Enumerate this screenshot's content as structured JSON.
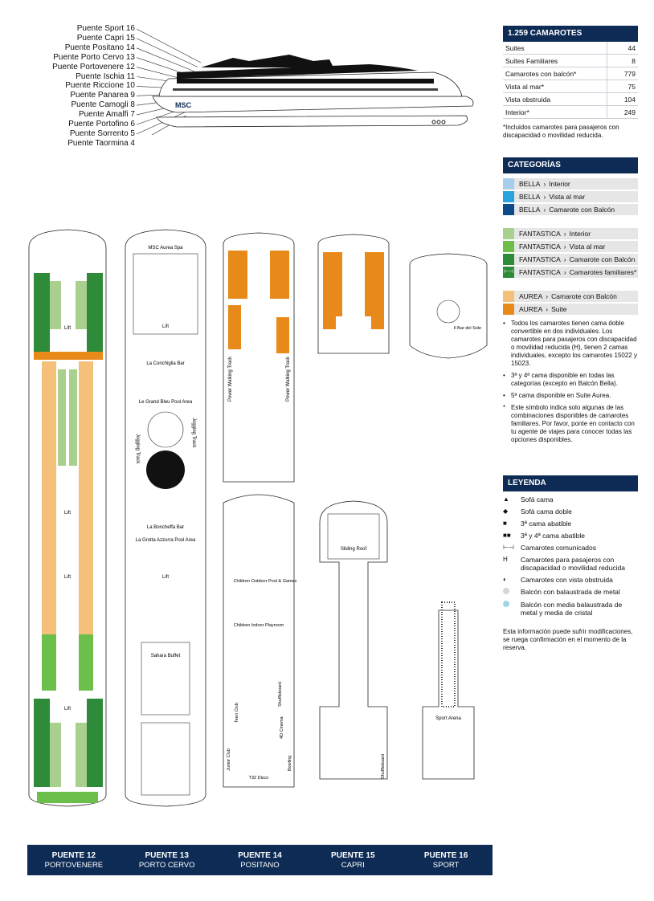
{
  "decks": [
    {
      "label": "Puente Sport 16"
    },
    {
      "label": "Puente Capri 15"
    },
    {
      "label": "Puente Positano 14"
    },
    {
      "label": "Puente Porto Cervo 13"
    },
    {
      "label": "Puente Portovenere 12"
    },
    {
      "label": "Puente Ischia 11"
    },
    {
      "label": "Puente Riccione 10"
    },
    {
      "label": "Puente Panarea 9"
    },
    {
      "label": "Puente Camogli 8"
    },
    {
      "label": "Puente Amalfi 7"
    },
    {
      "label": "Puente Portofino 6"
    },
    {
      "label": "Puente Sorrento 5"
    },
    {
      "label": "Puente Taormina 4"
    }
  ],
  "ship": {
    "brand": "MSC"
  },
  "cabins": {
    "title": "1.259 CAMAROTES",
    "rows": [
      {
        "label": "Suites",
        "value": "44"
      },
      {
        "label": "Suites Familiares",
        "value": "8"
      },
      {
        "label": "Camarotes con balcón*",
        "value": "779"
      },
      {
        "label": "Vista al mar*",
        "value": "75"
      },
      {
        "label": "Vista obstruida",
        "value": "104"
      },
      {
        "label": "Interior*",
        "value": "249"
      }
    ],
    "note": "*Incluidos camarotes para pasajeros con discapacidad o movilidad reducida."
  },
  "categories": {
    "title": "CATEGORÍAS",
    "groups": [
      [
        {
          "name": "BELLA",
          "sep": "›",
          "type": "Interior",
          "color": "#a8cdea"
        },
        {
          "name": "BELLA",
          "sep": "›",
          "type": "Vista al mar",
          "color": "#29a3dd"
        },
        {
          "name": "BELLA",
          "sep": "›",
          "type": "Camarote con Balcón",
          "color": "#0d4a8a"
        }
      ],
      [
        {
          "name": "FANTASTICA",
          "sep": "›",
          "type": "Interior",
          "color": "#a9d08e"
        },
        {
          "name": "FANTASTICA",
          "sep": "›",
          "type": "Vista al mar",
          "color": "#6cbf4a"
        },
        {
          "name": "FANTASTICA",
          "sep": "›",
          "type": "Camarote con Balcón",
          "color": "#2e8b3a"
        },
        {
          "name": "FANTASTICA",
          "sep": "›",
          "type": "Camarotes familiares*",
          "color": "#2e8b3a",
          "symbol": "⊢⊣"
        }
      ],
      [
        {
          "name": "AUREA",
          "sep": "›",
          "type": "Camarote con Balcón",
          "color": "#f5c07a"
        },
        {
          "name": "AUREA",
          "sep": "›",
          "type": "Suite",
          "color": "#e88a1a"
        }
      ]
    ],
    "bullets": [
      {
        "mark": "•",
        "text": "Todos los camarotes tienen cama doble convertible en dos individuales. Los camarotes para pasajeros con discapacidad o movilidad reducida (H), tienen 2 camas individuales, excepto los camarotes 15022 y 15023."
      },
      {
        "mark": "•",
        "text": "3ª y 4ª cama disponible en todas las categorías (excepto en Balcón Bella)."
      },
      {
        "mark": "•",
        "text": "5ª cama disponible en Suite Aurea."
      },
      {
        "mark": "*",
        "text": "Este símbolo indica solo algunas de las combinaciones disponibles de camarotes familiares. Por favor, ponte en contacto con tu agente de viajes para conocer todas las opciones disponibles."
      }
    ]
  },
  "legend": {
    "title": "LEYENDA",
    "items": [
      {
        "symbol": "▲",
        "text": "Sofá cama"
      },
      {
        "symbol": "◆",
        "text": "Sofá cama doble"
      },
      {
        "symbol": "■",
        "text": "3ª cama abatible"
      },
      {
        "symbol": "■■",
        "text": "3ª y 4ª cama abatible"
      },
      {
        "symbol": "⊢⊣",
        "text": "Camarotes comunicados"
      },
      {
        "symbol": "H",
        "text": "Camarotes para pasajeros con discapacidad o movilidad reducida"
      },
      {
        "symbol": "◐",
        "text": "Camarotes con vista obstruida"
      },
      {
        "symbol": "",
        "dot": "#d6d6d6",
        "text": "Balcón con balaustrada de metal"
      },
      {
        "symbol": "",
        "dot": "#9fd6e4",
        "text": "Balcón con media balaustrada de metal y media de cristal"
      }
    ],
    "note": "Esta información puede sufrir modificaciones, se ruega confirmación en el momento de la reserva."
  },
  "plan_labels": {
    "d13_spa": "MSC Aurea Spa",
    "d13_lift": "Lift",
    "d13_conchiglia": "La Conchiglia Bar",
    "d13_grandbleu": "Le Grand Bleu Pool Area",
    "d13_jogging1": "Jogging Track",
    "d13_jogging2": "Jogging Track",
    "d13_boncheffa": "La Boncheffa Bar",
    "d13_grotta": "La Grotta Azzurra Pool Area",
    "d13_lift2": "Lift",
    "d13_buffet": "Sahara Buffet",
    "d14_power1": "Power Walking Track",
    "d14_power2": "Power Walking Track",
    "d14_children": "Children Outdoor Pool & Games",
    "d14_playroom": "Children Indoor Playroom",
    "d14_shuffle": "Shuffleboard",
    "d14_junior": "Junior Club",
    "d14_teen": "Teen Club",
    "d14_cinema": "4D Cinema",
    "d14_bowling": "Bowling",
    "d14_disco": "T32 Disco",
    "d15_roof": "Sliding Roof",
    "d15_shuffle": "Shuffleboard",
    "d16_arena": "Sport Arena",
    "d16_hbar": "Il Bar del Sole",
    "d12_lift1": "Lift",
    "d12_lift2": "Lift",
    "d12_lift3": "Lift",
    "d12_lift4": "Lift"
  },
  "footer": [
    {
      "name": "PUENTE 12",
      "sub": "PORTOVENERE"
    },
    {
      "name": "PUENTE 13",
      "sub": "PORTO CERVO"
    },
    {
      "name": "PUENTE 14",
      "sub": "POSITANO"
    },
    {
      "name": "PUENTE 15",
      "sub": "CAPRI"
    },
    {
      "name": "PUENTE 16",
      "sub": "SPORT"
    }
  ]
}
